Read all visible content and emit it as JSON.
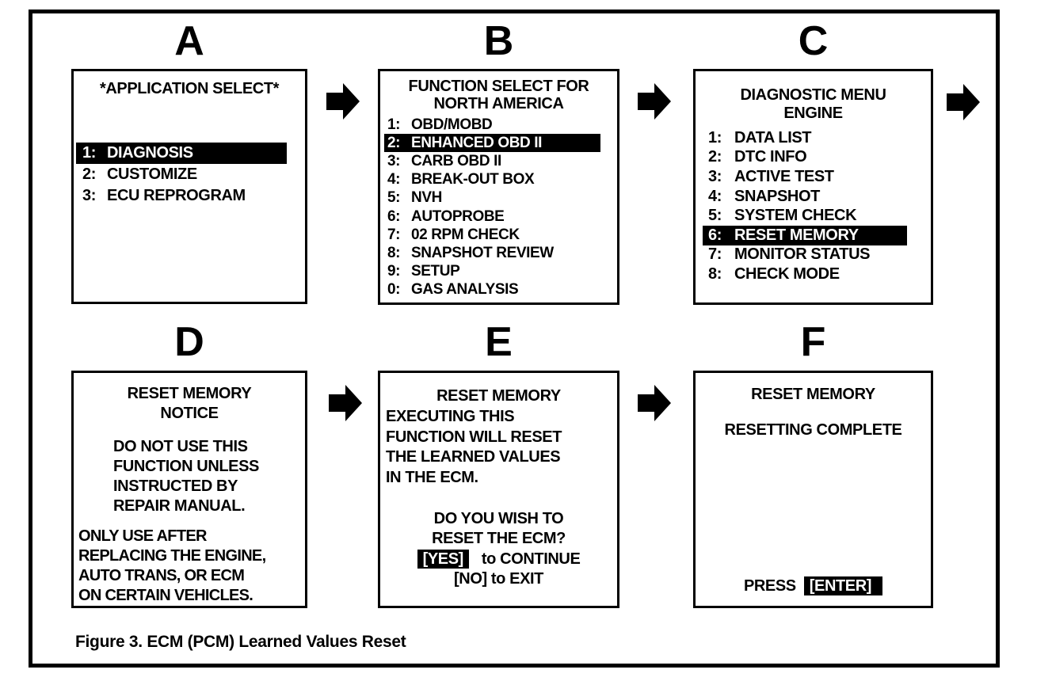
{
  "figure": {
    "caption": "Figure 3. ECM (PCM) Learned Values Reset"
  },
  "colors": {
    "ink": "#000000",
    "paper": "#ffffff"
  },
  "panels": [
    {
      "letter": "A",
      "title_lines": [
        "*APPLICATION SELECT*"
      ],
      "items": [
        {
          "num": "1:",
          "label": "DIAGNOSIS",
          "highlighted": true
        },
        {
          "num": "2:",
          "label": "CUSTOMIZE",
          "highlighted": false
        },
        {
          "num": "3:",
          "label": "ECU REPROGRAM",
          "highlighted": false
        }
      ]
    },
    {
      "letter": "B",
      "title_lines": [
        "FUNCTION SELECT FOR",
        "NORTH AMERICA"
      ],
      "items": [
        {
          "num": "1:",
          "label": "OBD/MOBD",
          "highlighted": false
        },
        {
          "num": "2:",
          "label": "ENHANCED OBD II",
          "highlighted": true
        },
        {
          "num": "3:",
          "label": "CARB OBD II",
          "highlighted": false
        },
        {
          "num": "4:",
          "label": "BREAK-OUT BOX",
          "highlighted": false
        },
        {
          "num": "5:",
          "label": "NVH",
          "highlighted": false
        },
        {
          "num": "6:",
          "label": "AUTOPROBE",
          "highlighted": false
        },
        {
          "num": "7:",
          "label": "02 RPM CHECK",
          "highlighted": false
        },
        {
          "num": "8:",
          "label": "SNAPSHOT REVIEW",
          "highlighted": false
        },
        {
          "num": "9:",
          "label": "SETUP",
          "highlighted": false
        },
        {
          "num": "0:",
          "label": "GAS ANALYSIS",
          "highlighted": false
        }
      ]
    },
    {
      "letter": "C",
      "title_lines": [
        "DIAGNOSTIC MENU",
        "ENGINE"
      ],
      "items": [
        {
          "num": "1:",
          "label": "DATA LIST",
          "highlighted": false
        },
        {
          "num": "2:",
          "label": "DTC INFO",
          "highlighted": false
        },
        {
          "num": "3:",
          "label": "ACTIVE TEST",
          "highlighted": false
        },
        {
          "num": "4:",
          "label": "SNAPSHOT",
          "highlighted": false
        },
        {
          "num": "5:",
          "label": "SYSTEM CHECK",
          "highlighted": false
        },
        {
          "num": "6:",
          "label": "RESET MEMORY",
          "highlighted": true
        },
        {
          "num": "7:",
          "label": "MONITOR STATUS",
          "highlighted": false
        },
        {
          "num": "8:",
          "label": "CHECK MODE",
          "highlighted": false
        }
      ]
    },
    {
      "letter": "D",
      "title_lines": [
        "RESET MEMORY",
        "NOTICE"
      ],
      "warning_lines": [
        "DO NOT USE THIS",
        "FUNCTION UNLESS",
        "INSTRUCTED BY",
        "REPAIR MANUAL."
      ],
      "usage_lines": [
        "ONLY USE AFTER",
        "REPLACING THE ENGINE,",
        "AUTO TRANS, OR ECM",
        "ON CERTAIN VEHICLES."
      ]
    },
    {
      "letter": "E",
      "title": "RESET MEMORY",
      "body_lines": [
        "EXECUTING THIS",
        "FUNCTION WILL RESET",
        "THE LEARNED VALUES",
        "IN THE ECM."
      ],
      "question_lines": [
        "DO YOU WISH TO",
        "RESET THE ECM?"
      ],
      "yes_key": "[YES]",
      "yes_action": "to CONTINUE",
      "no_line": "[NO] to EXIT"
    },
    {
      "letter": "F",
      "title": "RESET MEMORY",
      "status": "RESETTING COMPLETE",
      "press_label": "PRESS",
      "enter_key": "[ENTER]"
    }
  ]
}
